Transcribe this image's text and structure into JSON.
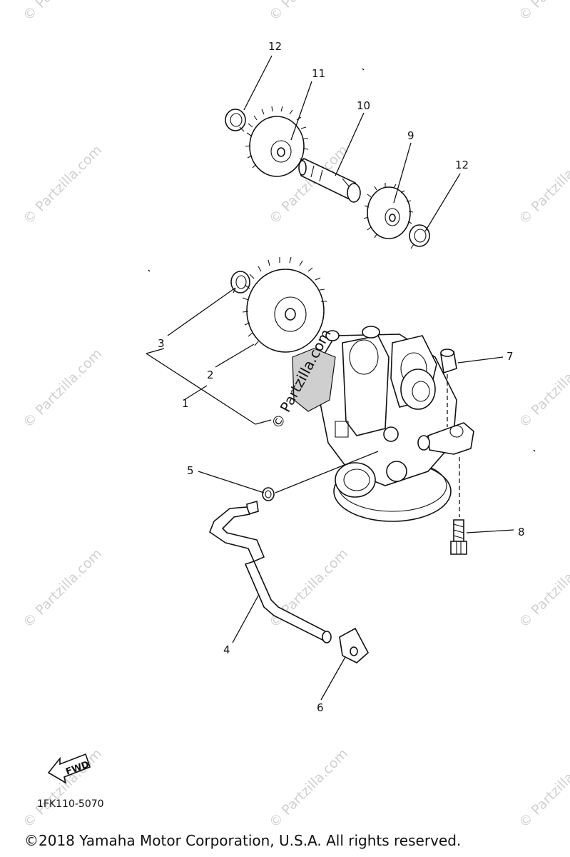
{
  "callouts": [
    "12",
    "11",
    "10",
    "9",
    "12",
    "3",
    "2",
    "1",
    "7",
    "5",
    "8",
    "4",
    "6"
  ],
  "watermark_text": "© Partzilla.com",
  "fwd_label": "FWD",
  "drawing_code": "1FK110-5070",
  "copyright": "©2018  Yamaha Motor Corporation, U.S.A. All rights reserved."
}
